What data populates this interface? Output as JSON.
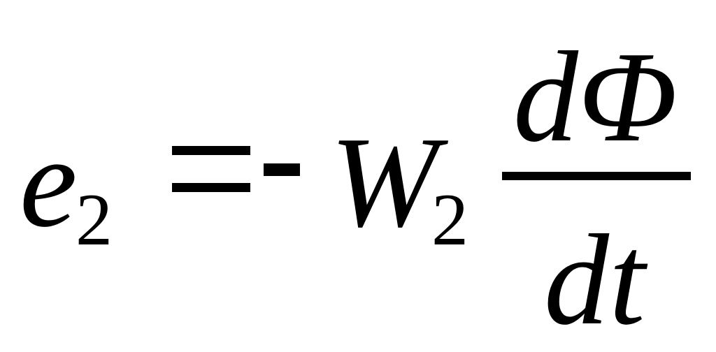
{
  "formula": {
    "lhs": {
      "symbol": "e",
      "subscript": "2"
    },
    "relation": "=",
    "sign": "-",
    "rhs": {
      "coefficient": {
        "symbol": "W",
        "subscript": "2"
      },
      "fraction": {
        "numerator": "dΦ",
        "denominator": "dt"
      }
    }
  }
}
